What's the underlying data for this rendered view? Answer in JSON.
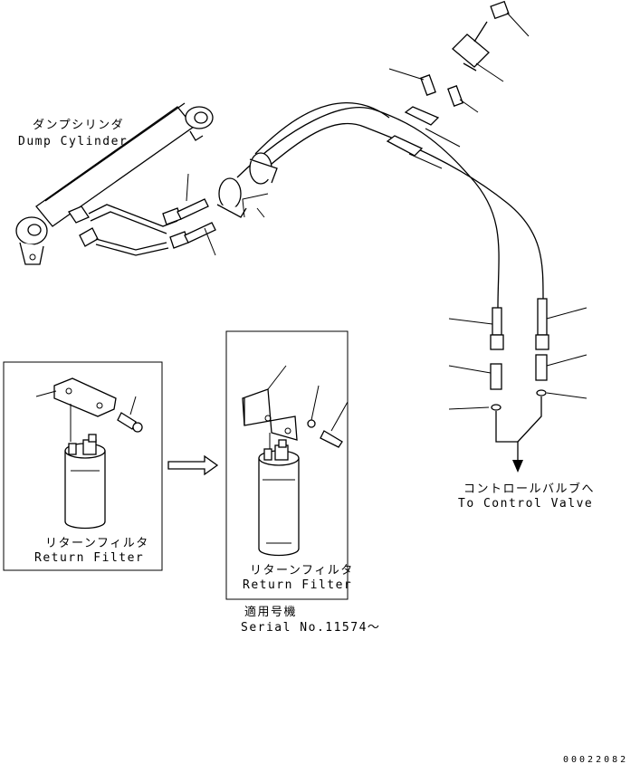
{
  "labels": {
    "dump_cylinder_jp": "ダンプシリンダ",
    "dump_cylinder_en": "Dump Cylinder",
    "control_valve_jp": "コントロールバルブへ",
    "control_valve_en": "To Control Valve",
    "return_filter_jp_old": "リターンフィルタ",
    "return_filter_en_old": "Return Filter",
    "return_filter_jp_new": "リターンフィルタ",
    "return_filter_en_new": "Return Filter",
    "serial_jp": "適用号機",
    "serial_en": "Serial No.11574～",
    "drawing_number": "00022082"
  }
}
